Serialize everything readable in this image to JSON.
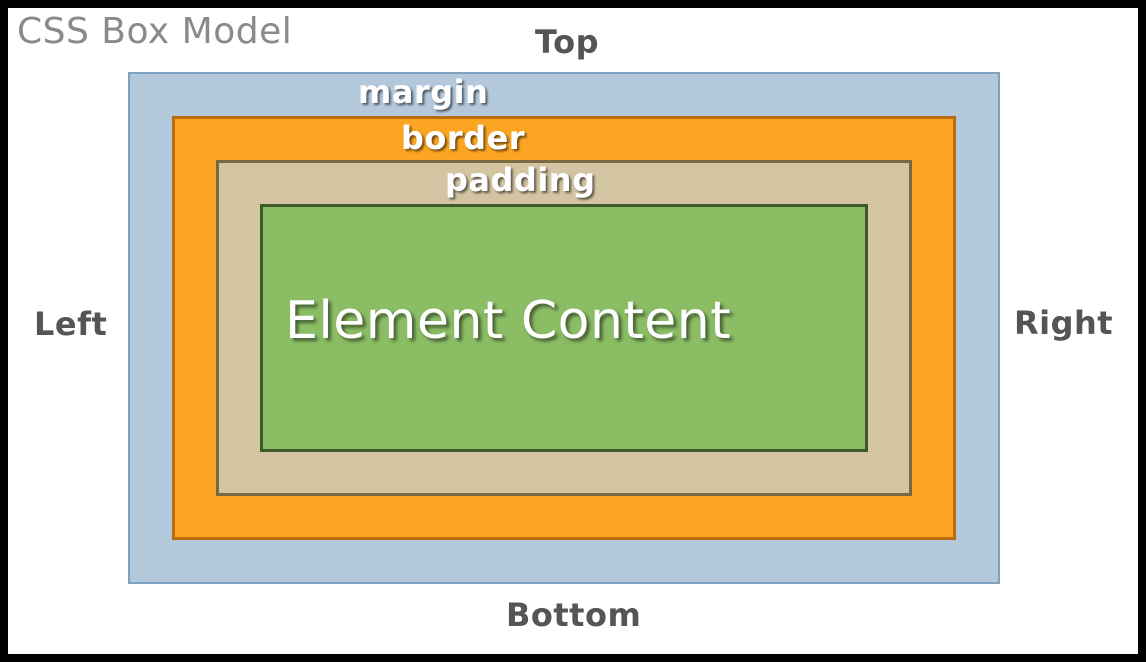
{
  "diagram": {
    "title": "CSS Box Model",
    "sides": {
      "top": "Top",
      "bottom": "Bottom",
      "left": "Left",
      "right": "Right"
    },
    "layers": {
      "margin": "margin",
      "border": "border",
      "padding": "padding",
      "content": "Element Content"
    },
    "colors": {
      "margin": "#b4c8dc",
      "border": "#fca523",
      "padding": "#d3c5a2",
      "content": "#8bbd65",
      "title_text": "#8a8a8a",
      "side_text": "#555555"
    }
  }
}
